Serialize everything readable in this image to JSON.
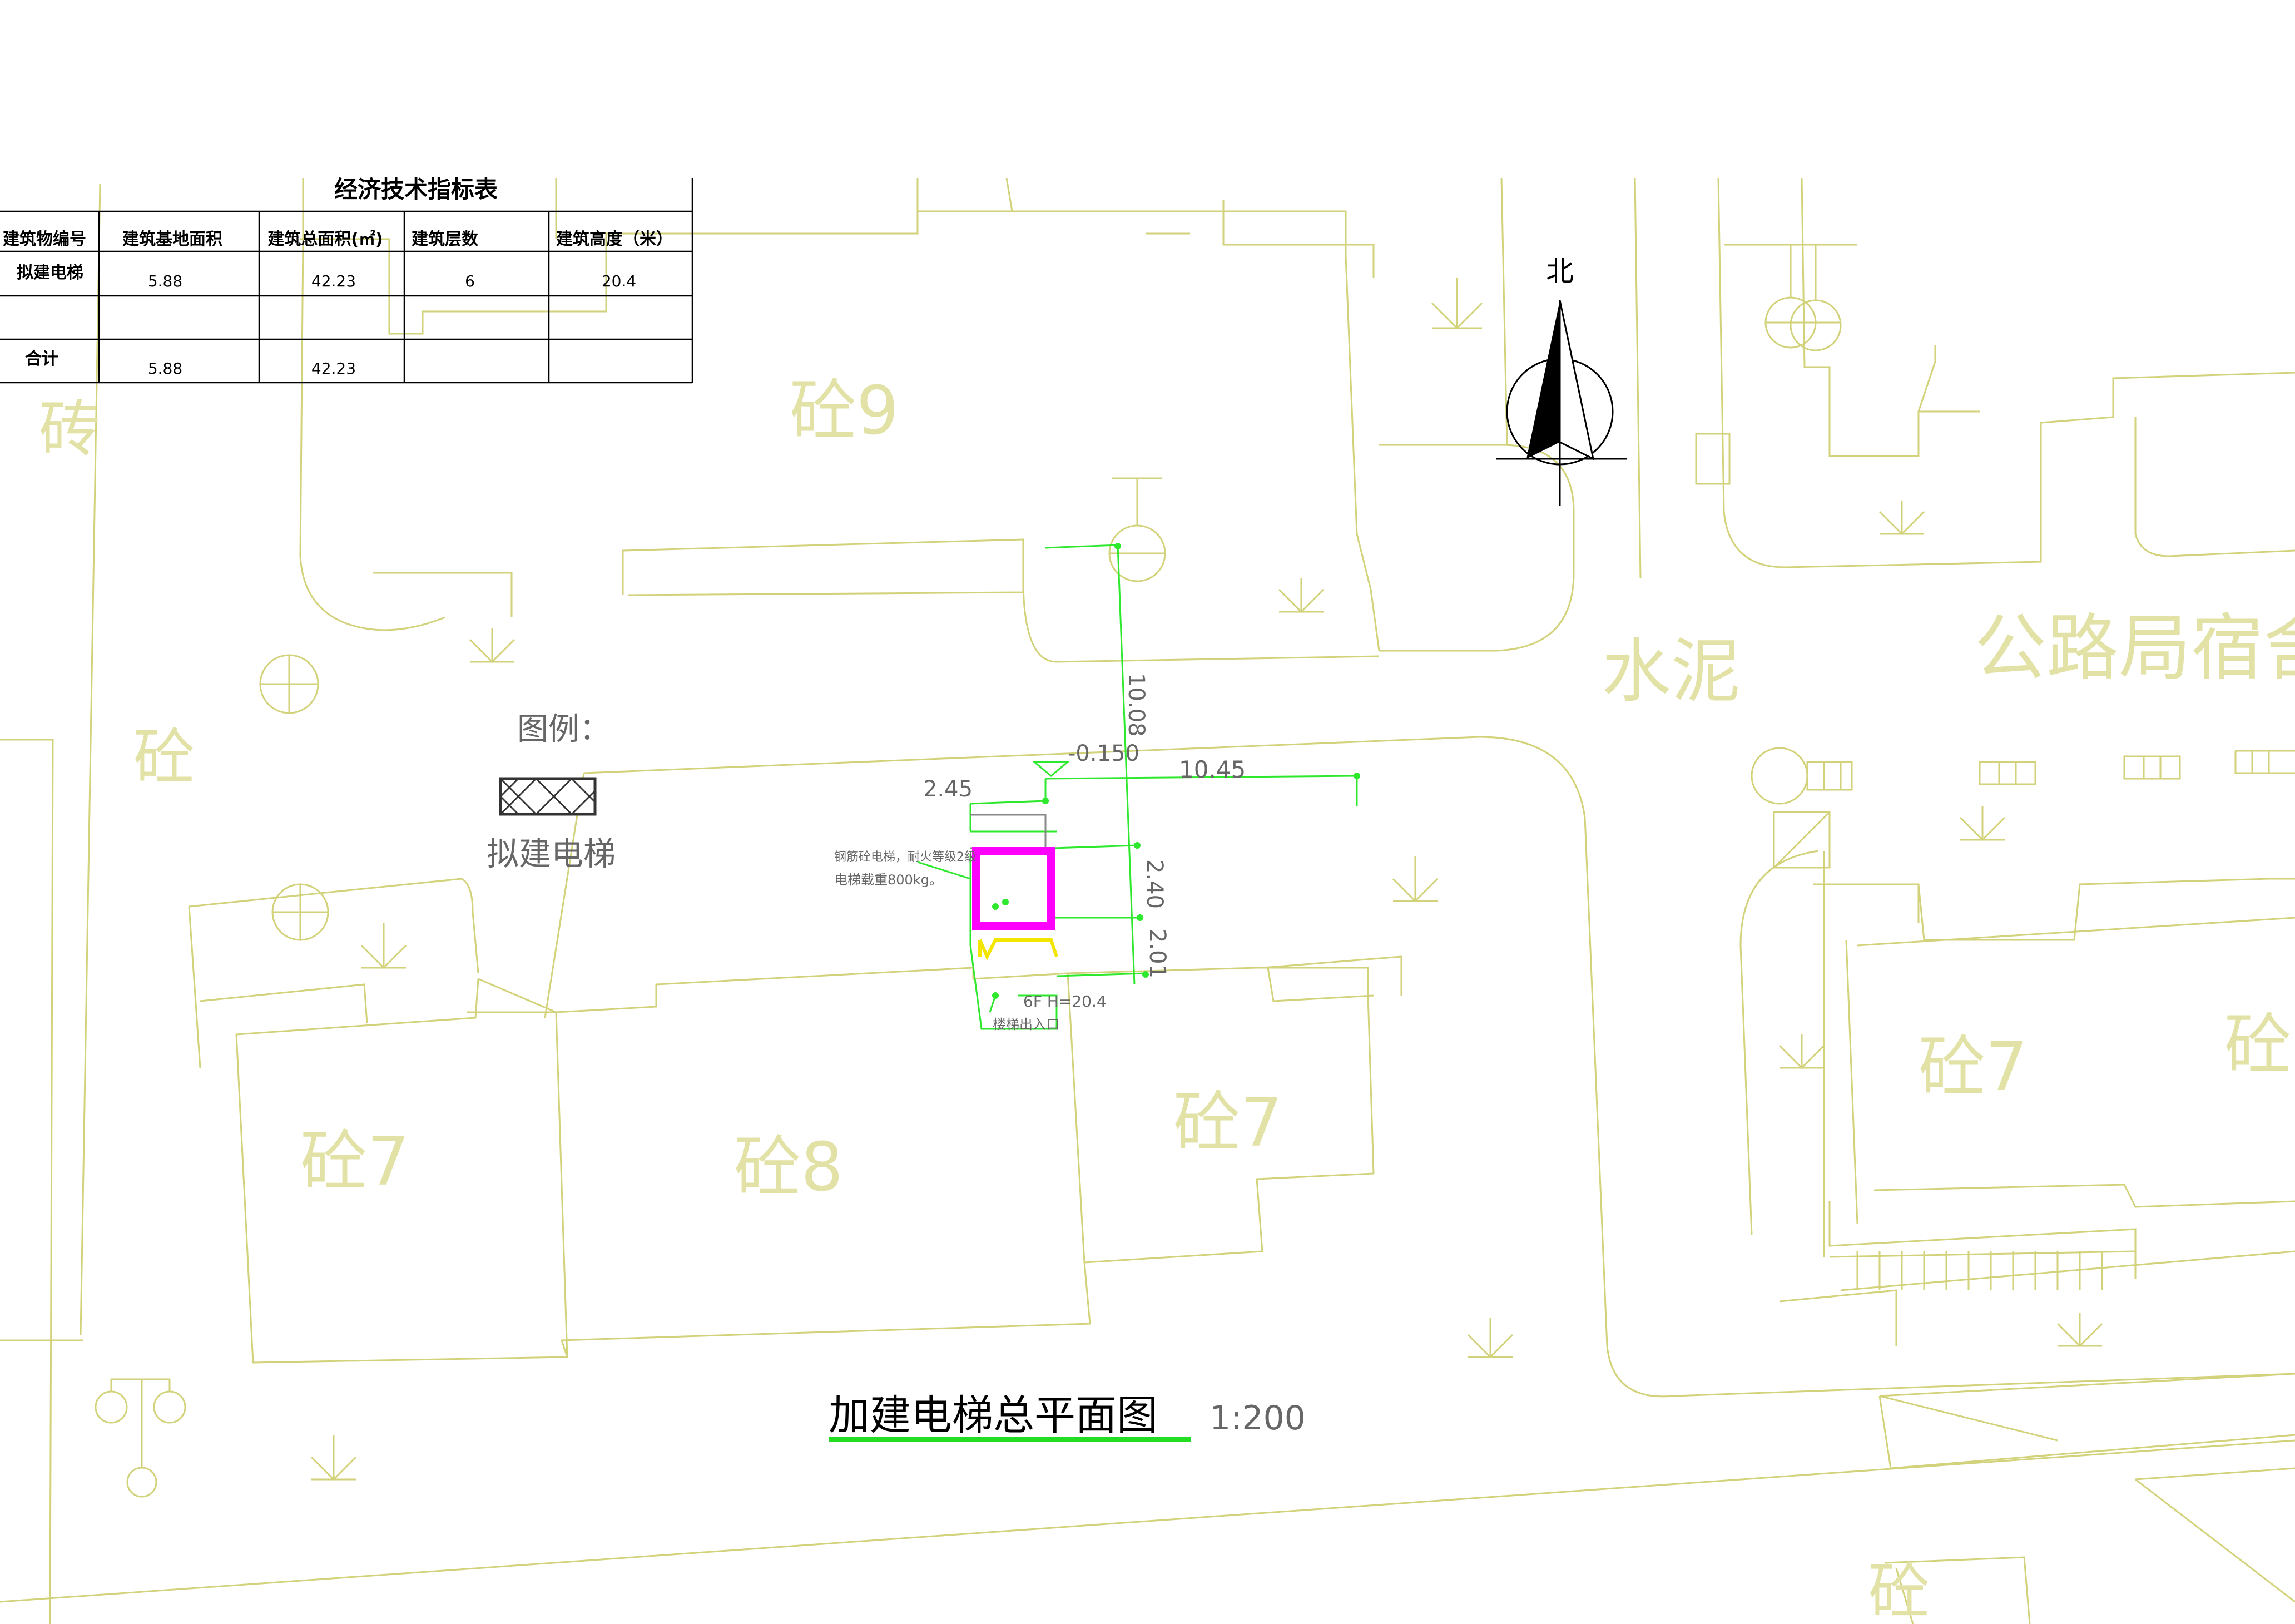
{
  "table": {
    "title": "经济技术指标表",
    "headers": [
      "建筑物编号",
      "建筑基地面积",
      "建筑总面积(㎡)",
      "建筑层数",
      "建筑高度（米）"
    ],
    "rows": [
      [
        "拟建电梯",
        "5.88",
        "42.23",
        "6",
        "20.4"
      ],
      [
        "",
        "",
        "",
        "",
        ""
      ],
      [
        "合计",
        "5.88",
        "42.23",
        "",
        ""
      ]
    ]
  },
  "north": "北",
  "legend": {
    "title": "图例：",
    "label": "拟建电梯"
  },
  "buildings": [
    "砼9",
    "砼7",
    "砼8",
    "砼7",
    "砼7",
    "砼8",
    "砼",
    "砖",
    "砼"
  ],
  "area_labels": [
    "水泥",
    "公路局宿舍"
  ],
  "dimensions": {
    "level": "-0.150",
    "d1": "10.08",
    "d2": "10.45",
    "d3": "2.45",
    "d4": "2.40",
    "d5": "2.01",
    "height": "6F H=20.4"
  },
  "notes": {
    "elevator_line1": "钢筋砼电梯，耐火等级2级",
    "elevator_line2": "电梯载重800kg。",
    "entrance": "楼梯出入口"
  },
  "drawing_title": "加建电梯总平面图",
  "scale": "1:200",
  "colors": {
    "linework": "#d2d27a",
    "dimension": "#2ee82e",
    "elevator": "#ff00ff",
    "title_underline": "#22dd22"
  }
}
